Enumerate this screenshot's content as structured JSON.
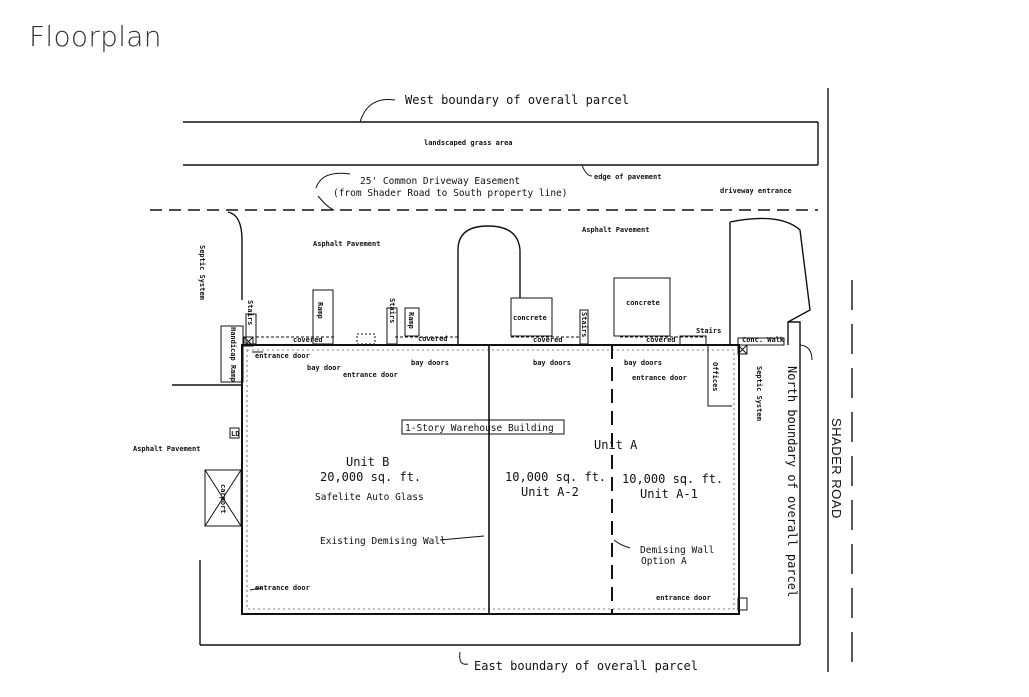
{
  "page": {
    "title": "Floorplan"
  },
  "labels": {
    "west_boundary": "West boundary of overall parcel",
    "east_boundary": "East boundary of overall parcel",
    "north_boundary": "North boundary of overall parcel",
    "shader_road": "SHADER ROAD",
    "landscaped": "landscaped grass area",
    "easement_1": "25' Common Driveway Easement",
    "easement_2": "(from Shader Road to South property line)",
    "edge_pavement": "edge of pavement",
    "driveway_entrance": "driveway entrance",
    "asphalt_1": "Asphalt Pavement",
    "asphalt_2": "Asphalt Pavement",
    "asphalt_3": "Asphalt Pavement",
    "septic_left": "Septic System",
    "septic_right": "Septic System",
    "stairs_1": "Stairs",
    "stairs_2": "Stairs",
    "stairs_3": "Stairs",
    "stairs_4": "Stairs",
    "ramp_1": "Ramp",
    "ramp_2": "Ramp",
    "handicap_ramp": "Handicap Ramp",
    "concrete_1": "concrete",
    "concrete_2": "concrete",
    "covered_1": "covered",
    "covered_2": "covered",
    "covered_3": "covered",
    "covered_4": "covered",
    "conc_walk": "Conc. Walk",
    "entrance_door_1": "entrance door",
    "entrance_door_2": "entrance door",
    "entrance_door_3": "entrance door",
    "entrance_door_4": "entrance door",
    "entrance_door_5": "entrance door",
    "bay_door_1": "bay door",
    "bay_doors_1": "bay doors",
    "bay_doors_2": "bay doors",
    "bay_doors_3": "bay doors",
    "offices": "Offices",
    "building": "1-Story Warehouse Building",
    "unit_a": "Unit A",
    "unit_b": "Unit B",
    "unit_b_area": "20,000 sq. ft.",
    "unit_b_tenant": "Safelite Auto Glass",
    "unit_a2_area": "10,000 sq. ft.",
    "unit_a2_name": "Unit A-2",
    "unit_a1_area": "10,000 sq. ft.",
    "unit_a1_name": "Unit A-1",
    "existing_wall": "Existing Demising Wall",
    "demising_wall": "Demising Wall",
    "option_a": "Option A",
    "carport": "carport",
    "ld": "LD"
  }
}
